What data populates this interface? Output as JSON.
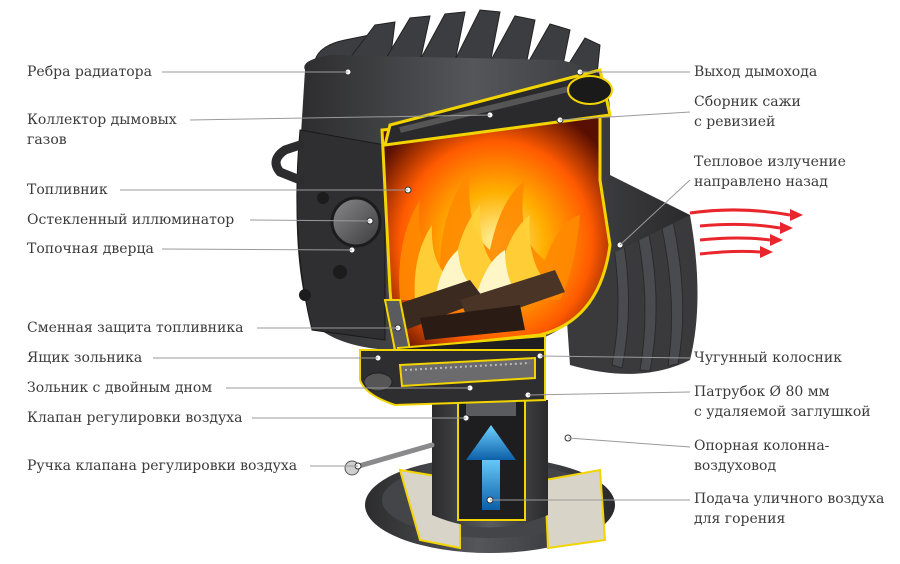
{
  "labels_left": [
    {
      "id": "radiator-fins",
      "lines": [
        "Ребра радиатора"
      ]
    },
    {
      "id": "flue-gas-collector",
      "lines": [
        "Коллектор дымовых",
        "газов"
      ]
    },
    {
      "id": "firebox",
      "lines": [
        "Топливник"
      ]
    },
    {
      "id": "glazed-window",
      "lines": [
        "Остекленный иллюминатор"
      ]
    },
    {
      "id": "firebox-door",
      "lines": [
        "Топочная дверца"
      ]
    },
    {
      "id": "firebox-liner",
      "lines": [
        "Сменная защита топливника"
      ]
    },
    {
      "id": "ash-box",
      "lines": [
        "Ящик зольника"
      ]
    },
    {
      "id": "double-bottom-ash-pan",
      "lines": [
        "Зольник с двойным дном"
      ]
    },
    {
      "id": "air-valve",
      "lines": [
        "Клапан регулировки воздуха"
      ]
    },
    {
      "id": "air-valve-handle",
      "lines": [
        "Ручка клапана регулировки воздуха"
      ]
    }
  ],
  "labels_right": [
    {
      "id": "flue-outlet",
      "lines": [
        "Выход дымохода"
      ]
    },
    {
      "id": "soot-collector",
      "lines": [
        "Сборник сажи",
        "с ревизией"
      ]
    },
    {
      "id": "heat-radiation",
      "lines": [
        "Тепловое излучение",
        "направлено назад"
      ]
    },
    {
      "id": "cast-iron-grate",
      "lines": [
        "Чугунный колосник"
      ]
    },
    {
      "id": "pipe-80mm",
      "lines": [
        "Патрубок Ø 80 мм",
        "с удаляемой заглушкой"
      ]
    },
    {
      "id": "support-column",
      "lines": [
        "Опорная колонна-",
        "воздуховод"
      ]
    },
    {
      "id": "outside-air-supply",
      "lines": [
        "Подача уличного воздуха",
        "для горения"
      ]
    }
  ],
  "colors": {
    "stove_body": "#3a3a3c",
    "highlight_outline": "#f2d400",
    "flame": "#ff7a00",
    "heat_arrows": "#e8262c",
    "air_arrow": "#2aa6e8",
    "leader_line": "#9a9a9a",
    "label_text": "#3b3b3b"
  }
}
